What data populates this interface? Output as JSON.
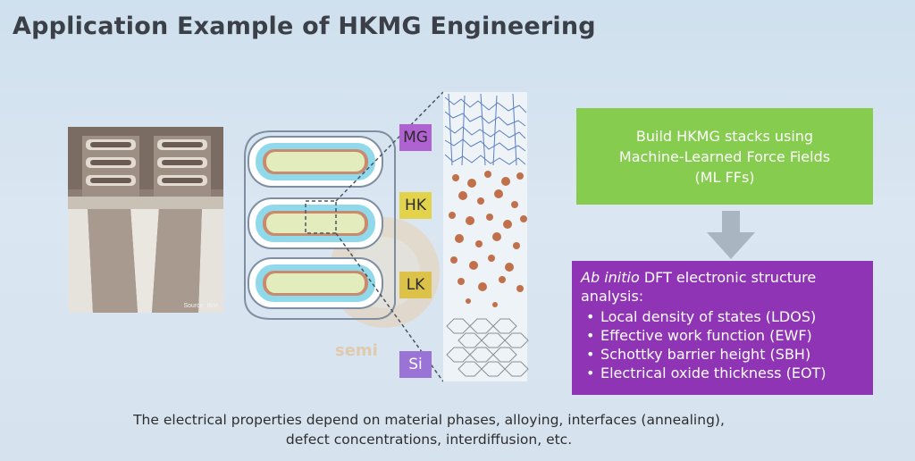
{
  "slide": {
    "title": "Application Example of HKMG Engineering",
    "tem_image": {
      "source": "Source: IBM"
    },
    "layer_tags": {
      "mg": "MG",
      "hk": "HK",
      "lk": "LK",
      "si": "Si"
    },
    "green_box": {
      "lines": [
        "Build HKMG stacks using",
        "Machine-Learned Force Fields",
        "(ML FFs)"
      ]
    },
    "purple_box": {
      "heading_italic": "Ab initio",
      "heading_rest": " DFT electronic structure",
      "heading_line2": "analysis:",
      "bullets": [
        "Local density of states (LDOS)",
        "Effective work function (EWF)",
        "Schottky barrier height (SBH)",
        "Electrical oxide thickness (EOT)"
      ]
    },
    "caption": {
      "line1": "The electrical properties depend on material phases, alloying, interfaces (annealing),",
      "line2": "defect concentrations,  interdiffusion, etc."
    },
    "watermark": "semi",
    "colors": {
      "green": "#86cc4e",
      "purple": "#8f34b5",
      "mg_tag": "#b061d2",
      "hk_tag": "#e2d34a",
      "si_tag": "#9b72d6",
      "arrow": "#a9b6c2"
    }
  }
}
